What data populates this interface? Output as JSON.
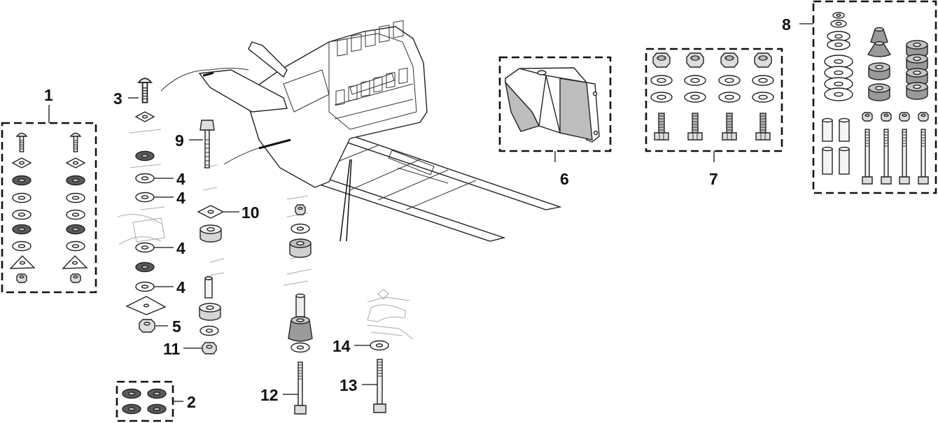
{
  "diagram": {
    "callouts": {
      "c1": "1",
      "c2": "2",
      "c3": "3",
      "c4a": "4",
      "c4b": "4",
      "c4c": "4",
      "c4d": "4",
      "c5": "5",
      "c6": "6",
      "c7": "7",
      "c8": "8",
      "c9": "9",
      "c10": "10",
      "c11": "11",
      "c12": "12",
      "c13": "13",
      "c14": "14"
    }
  },
  "colors": {
    "rubber_dark": "#5a5a5a",
    "rubber_light": "#cfcfcf",
    "outline": "#222222",
    "background": "#ffffff"
  }
}
